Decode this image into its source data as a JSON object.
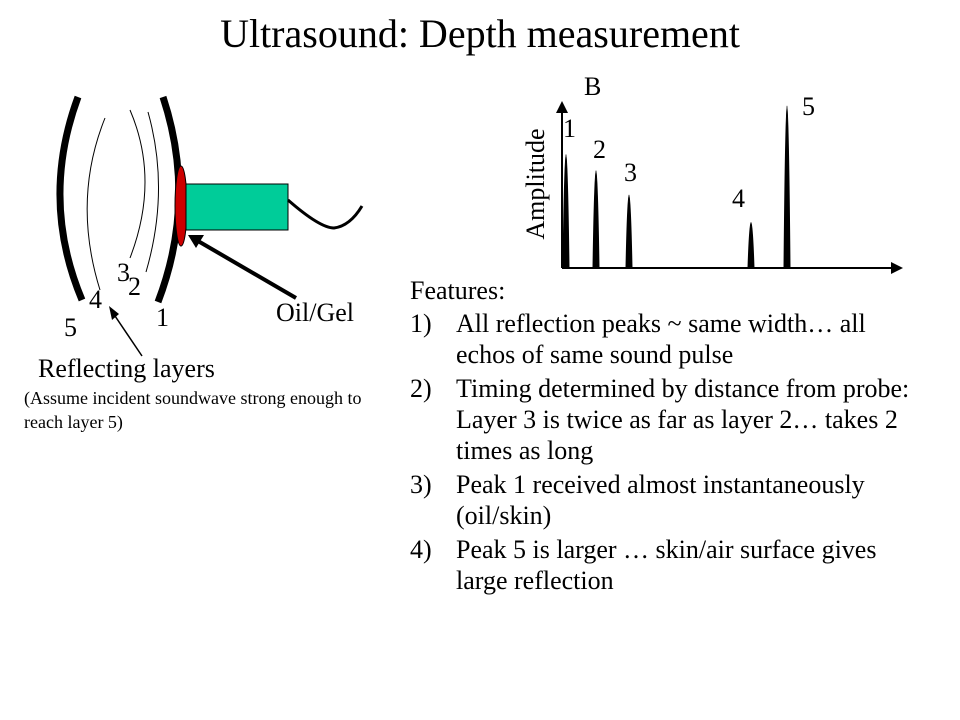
{
  "title": "Ultrasound: Depth measurement",
  "diagram": {
    "layer_labels": [
      "1",
      "2",
      "3",
      "4",
      "5"
    ],
    "reflecting_label": "Reflecting layers",
    "oil_label": "Oil/Gel",
    "note": "(Assume incident soundwave strong enough to reach layer 5)",
    "colors": {
      "probe": "#00cc99",
      "gel": "#cc0000",
      "ink": "#000000"
    }
  },
  "chart": {
    "b_label": "B",
    "y_label": "Amplitude",
    "peak_labels": [
      "1",
      "2",
      "3",
      "4",
      "5"
    ]
  },
  "chart_data": {
    "type": "line",
    "title": "",
    "xlabel": "",
    "ylabel": "Amplitude",
    "series": [
      {
        "x": [
          1,
          2,
          3,
          4,
          5
        ],
        "values": [
          0.7,
          0.6,
          0.45,
          0.28,
          1.0
        ]
      }
    ]
  },
  "features": {
    "heading": "Features:",
    "items": [
      {
        "num": "1)",
        "text": "All reflection peaks ~ same width… all echos of same sound pulse"
      },
      {
        "num": "2)",
        "text": "Timing determined by distance from probe: Layer 3 is twice as far as layer 2… takes 2 times as long"
      },
      {
        "num": "3)",
        "text": "Peak 1 received almost instantaneously (oil/skin)"
      },
      {
        "num": "4)",
        "text": "Peak 5 is larger … skin/air surface gives large reflection"
      }
    ]
  }
}
